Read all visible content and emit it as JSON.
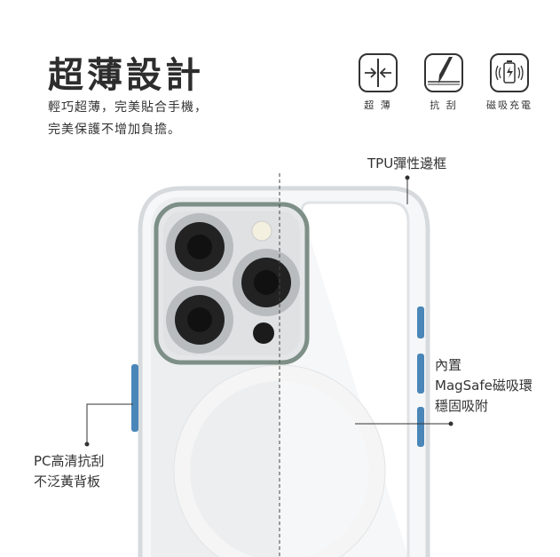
{
  "heading": {
    "title": "超薄設計",
    "lines": [
      "輕巧超薄，完美貼合手機，",
      "完美保護不增加負擔。"
    ]
  },
  "features": [
    {
      "icon": "thin-arrows-icon",
      "label": "超 薄"
    },
    {
      "icon": "scratch-pen-icon",
      "label": "抗 刮"
    },
    {
      "icon": "wireless-charging-icon",
      "label": "磁吸充電"
    }
  ],
  "callouts": {
    "tpu": "TPU彈性邊框",
    "magsafe": [
      "內置",
      "MagSafe磁吸環",
      "穩固吸附"
    ],
    "pc": [
      "PC高清抗刮",
      "不泛黃背板"
    ]
  },
  "colors": {
    "text": "#333333",
    "button_blue": "#4a86b8"
  }
}
